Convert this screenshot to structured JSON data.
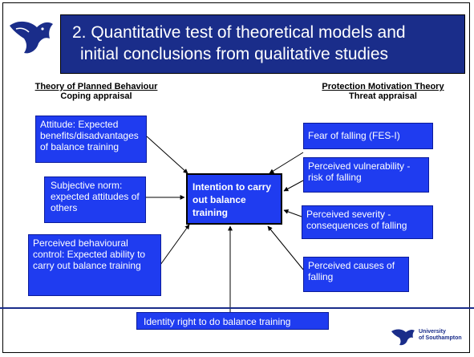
{
  "title": {
    "line1": "2. Quantitative test of theoretical models and",
    "line2": "initial conclusions from qualitative studies"
  },
  "left_heading": {
    "title": "Theory of Planned Behaviour",
    "subtitle": "Coping appraisal"
  },
  "right_heading": {
    "title": "Protection Motivation Theory",
    "subtitle": "Threat appraisal"
  },
  "left_boxes": [
    {
      "text": "Attitude:  Expected benefits/disadvantages of balance training"
    },
    {
      "text": "Subjective norm: expected attitudes of others"
    },
    {
      "text": "Perceived behavioural control:  Expected ability to carry out balance training"
    }
  ],
  "right_boxes": [
    {
      "text": "Fear of falling (FES-I)"
    },
    {
      "text": "Perceived vulnerability - risk of falling"
    },
    {
      "text": "Perceived severity - consequences of falling"
    },
    {
      "text": "Perceived causes of falling"
    }
  ],
  "center": {
    "text": "Intention to carry out balance training"
  },
  "footer_box": {
    "text": "Identity right to do balance training"
  },
  "university": {
    "line1": "University",
    "line2": "of Southampton"
  },
  "colors": {
    "title_bg": "#1a2d8a",
    "box_bg": "#1f3cf0",
    "text_on_box": "#ffffff"
  },
  "icons": [
    "dolphin-logo-icon",
    "arrow-icon"
  ]
}
